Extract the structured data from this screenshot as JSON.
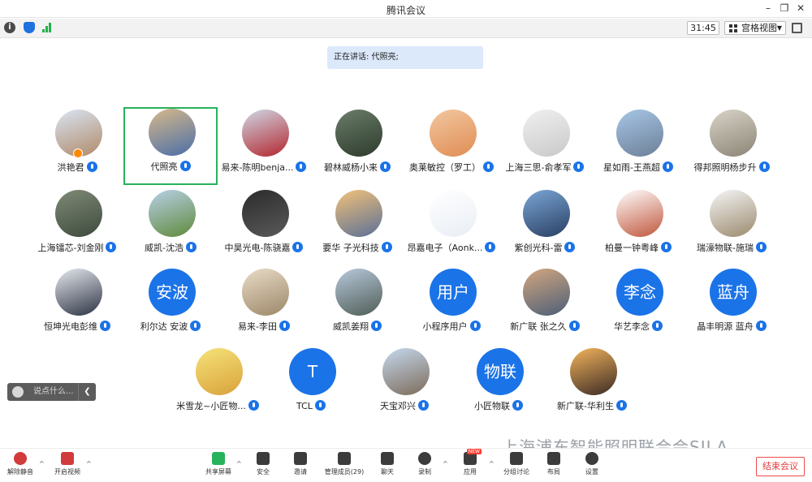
{
  "window": {
    "title": "腾讯会议"
  },
  "toolbar": {
    "timer": "31:45",
    "view_label": "宫格视图"
  },
  "speaking": {
    "text": "正在讲话: 代照亮;"
  },
  "participants": [
    {
      "name": "洪艳君",
      "avatar": "photo",
      "c1": "#d9e4f2",
      "c2": "#b08a6a",
      "host": true
    },
    {
      "name": "代照亮",
      "avatar": "photo",
      "c1": "#d7b98a",
      "c2": "#4a6ea8",
      "active": true
    },
    {
      "name": "易来-陈明benja...",
      "avatar": "photo",
      "c1": "#cfd8e6",
      "c2": "#b3262e"
    },
    {
      "name": "碧林威杨小来",
      "avatar": "photo",
      "c1": "#6b7d6a",
      "c2": "#2d3b2c"
    },
    {
      "name": "奥莱敏控（罗工）",
      "avatar": "photo",
      "c1": "#f2c7a0",
      "c2": "#e08d54"
    },
    {
      "name": "上海三思-俞孝军",
      "avatar": "photo",
      "c1": "#f0f0f0",
      "c2": "#c9c9c9"
    },
    {
      "name": "星如雨-王燕超",
      "avatar": "photo",
      "c1": "#a6c6e6",
      "c2": "#6d7f97"
    },
    {
      "name": "得邦照明杨步升",
      "avatar": "photo",
      "c1": "#d8d3c7",
      "c2": "#8c8577"
    },
    {
      "name": "上海镭芯-刘金刚",
      "avatar": "photo",
      "c1": "#7f8a77",
      "c2": "#3e4a3c"
    },
    {
      "name": "威凯-沈浩",
      "avatar": "photo",
      "c1": "#b9d0e8",
      "c2": "#5f8a3b"
    },
    {
      "name": "中昊光电-陈骁嘉",
      "avatar": "photo",
      "c1": "#2b2b2b",
      "c2": "#5a5a5a"
    },
    {
      "name": "要华 子光科技",
      "avatar": "photo",
      "c1": "#f2c27a",
      "c2": "#5b6f96"
    },
    {
      "name": "昂嘉电子（Aonk...",
      "avatar": "photo",
      "c1": "#ffffff",
      "c2": "#e9eef5"
    },
    {
      "name": "紫创光科-雷",
      "avatar": "photo",
      "c1": "#7aa6d6",
      "c2": "#2a3f63"
    },
    {
      "name": "柏曼一钟粤峰",
      "avatar": "photo",
      "c1": "#ffffff",
      "c2": "#c0563b"
    },
    {
      "name": "瑞濠物联-施瑞",
      "avatar": "photo",
      "c1": "#f5f5f5",
      "c2": "#9b8a6e"
    },
    {
      "name": "恒坤光电彭维",
      "avatar": "photo",
      "c1": "#e6e9ee",
      "c2": "#2d3344"
    },
    {
      "name": "利尔达 安波",
      "avatar": "text",
      "initials": "安波"
    },
    {
      "name": "易来-李田",
      "avatar": "photo",
      "c1": "#e9dcc8",
      "c2": "#9c8768"
    },
    {
      "name": "威凯姜翔",
      "avatar": "photo",
      "c1": "#b8c9dc",
      "c2": "#4f5d55"
    },
    {
      "name": "小程序用户",
      "avatar": "text",
      "initials": "用户"
    },
    {
      "name": "新广联 张之久",
      "avatar": "photo",
      "c1": "#d3a77f",
      "c2": "#4c5e78"
    },
    {
      "name": "华艺李念",
      "avatar": "text",
      "initials": "李念"
    },
    {
      "name": "晶丰明源 蓝舟",
      "avatar": "text",
      "initials": "蓝舟"
    },
    {
      "name": "米雪龙~小匠物...",
      "avatar": "photo",
      "c1": "#f6e27a",
      "c2": "#d9a23a"
    },
    {
      "name": "TCL",
      "avatar": "text",
      "initials": "T"
    },
    {
      "name": "天宝邓兴",
      "avatar": "photo",
      "c1": "#c5d9ee",
      "c2": "#7d6b5a"
    },
    {
      "name": "小匠物联",
      "avatar": "text",
      "initials": "物联"
    },
    {
      "name": "新广联-华利生",
      "avatar": "photo",
      "c1": "#f4b35c",
      "c2": "#3a2b24"
    }
  ],
  "chat": {
    "placeholder": "说点什么..."
  },
  "watermark": "上海浦东智能照明联合会SILA",
  "bottom": {
    "unmute": "解除静音",
    "video": "开启视频",
    "share": "共享屏幕",
    "security": "安全",
    "invite": "邀请",
    "members": "管理成员(29)",
    "chat": "聊天",
    "record": "录制",
    "apps": "应用",
    "new_badge": "NEW",
    "breakout": "分组讨论",
    "layout": "布局",
    "settings": "设置",
    "end": "结束会议"
  }
}
